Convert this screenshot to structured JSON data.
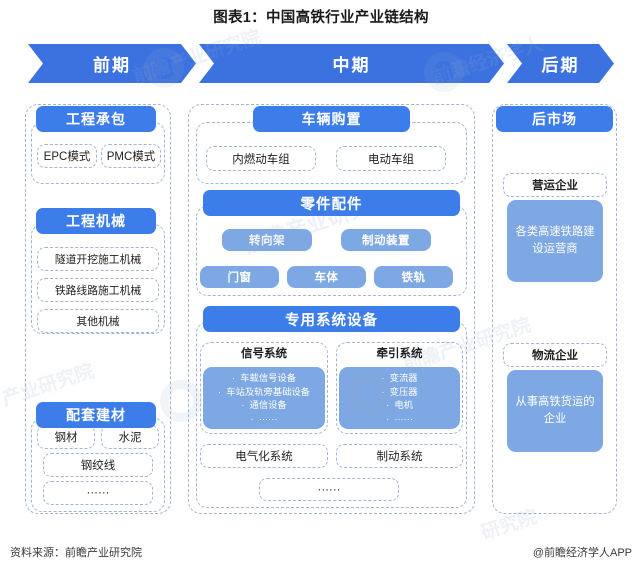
{
  "title": "图表1：中国高铁行业产业链结构",
  "phases": [
    {
      "label": "前期"
    },
    {
      "label": "中期"
    },
    {
      "label": "后期"
    }
  ],
  "watermark": {
    "text_a": "前瞻产业研究院",
    "text_b": "前瞻经济学人"
  },
  "left_column": {
    "groups": [
      {
        "header": "工程承包",
        "items": [
          "EPC模式",
          "PMC模式"
        ]
      },
      {
        "header": "工程机械",
        "items": [
          "隧道开挖施工机械",
          "铁路线路施工机械",
          "其他机械"
        ]
      },
      {
        "header": "配套建材",
        "items": [
          "钢材",
          "水泥",
          "钢绞线",
          "······"
        ]
      }
    ]
  },
  "mid_column": {
    "groups": [
      {
        "header": "车辆购置",
        "items": [
          "内燃动车组",
          "电动车组"
        ]
      },
      {
        "header": "零件配件",
        "items": [
          "转向架",
          "制动装置",
          "门窗",
          "车体",
          "铁轨"
        ]
      },
      {
        "header": "专用系统设备",
        "subsystems": [
          {
            "name": "信号系统",
            "bullets": [
              "车载信号设备",
              "车站及轨旁基础设备",
              "通信设备",
              "······"
            ]
          },
          {
            "name": "牵引系统",
            "bullets": [
              "变流器",
              "变压器",
              "电机",
              "······"
            ]
          }
        ],
        "items": [
          "电气化系统",
          "制动系统",
          "······"
        ]
      }
    ]
  },
  "right_column": {
    "header": "后市场",
    "entries": [
      {
        "name": "营运企业",
        "detail": "各类高速铁路建设运营商"
      },
      {
        "name": "物流企业",
        "detail": "从事高铁货运的企业"
      }
    ]
  },
  "footer": {
    "source": "资料来源：前瞻产业研究院",
    "attribution": "@前瞻经济学人APP"
  },
  "colors": {
    "banner_blue": "#3C72E0",
    "header_blue": "#3C7DEA",
    "chip_blue": "#7EA8E3",
    "dashed_border": "#9FB5D8"
  }
}
